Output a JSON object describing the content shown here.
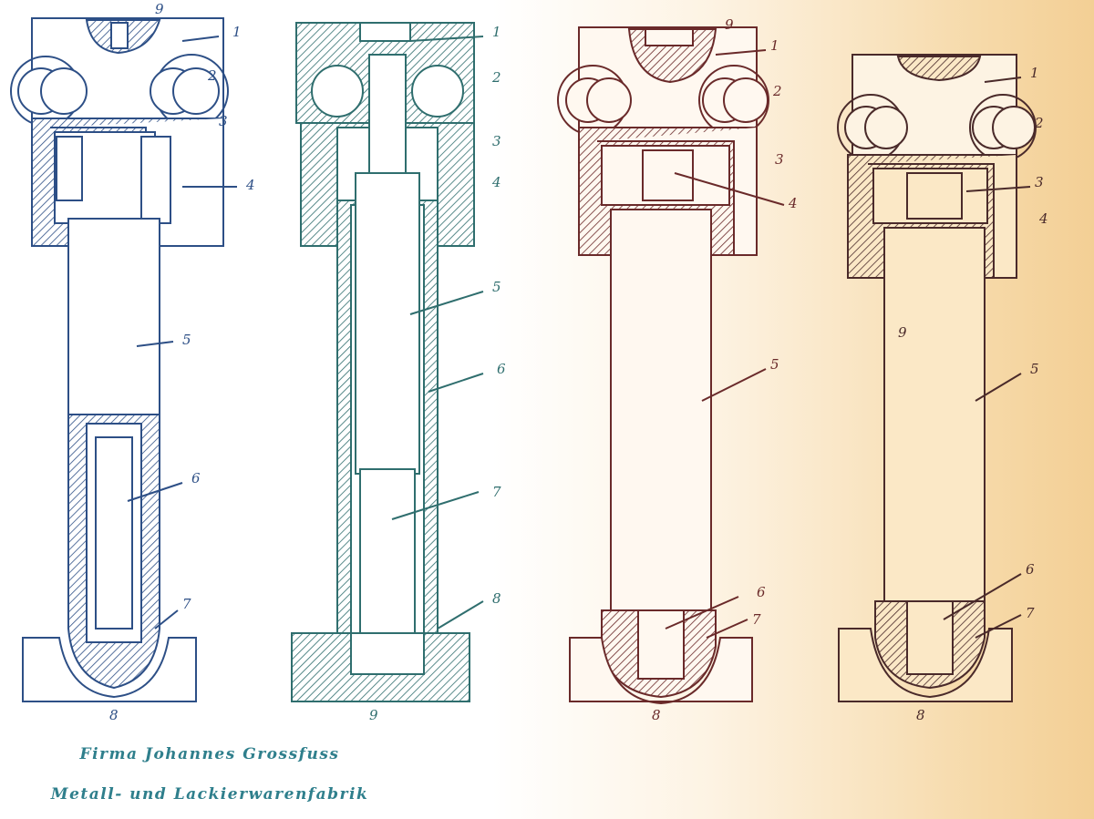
{
  "caption": {
    "line1": "Firma Johannes Grossfuss",
    "line2": "Metall- und Lackierwarenfabrik"
  },
  "colors": {
    "fig1": "#2d4f86",
    "fig2": "#2f6e6e",
    "fig3": "#6a2a2a",
    "fig4": "#4a2a2a",
    "caption": "#2f7f8c"
  },
  "figures": [
    {
      "id": "fig-1",
      "labels": [
        "1",
        "2",
        "3",
        "4",
        "5",
        "6",
        "7",
        "8",
        "9"
      ]
    },
    {
      "id": "fig-2",
      "labels": [
        "1",
        "2",
        "3",
        "4",
        "5",
        "6",
        "7",
        "8",
        "9"
      ]
    },
    {
      "id": "fig-3",
      "labels": [
        "1",
        "2",
        "3",
        "4",
        "5",
        "6",
        "7",
        "8",
        "9"
      ]
    },
    {
      "id": "fig-4",
      "labels": [
        "1",
        "2",
        "3",
        "4",
        "5",
        "6",
        "7",
        "8",
        "9"
      ]
    }
  ]
}
